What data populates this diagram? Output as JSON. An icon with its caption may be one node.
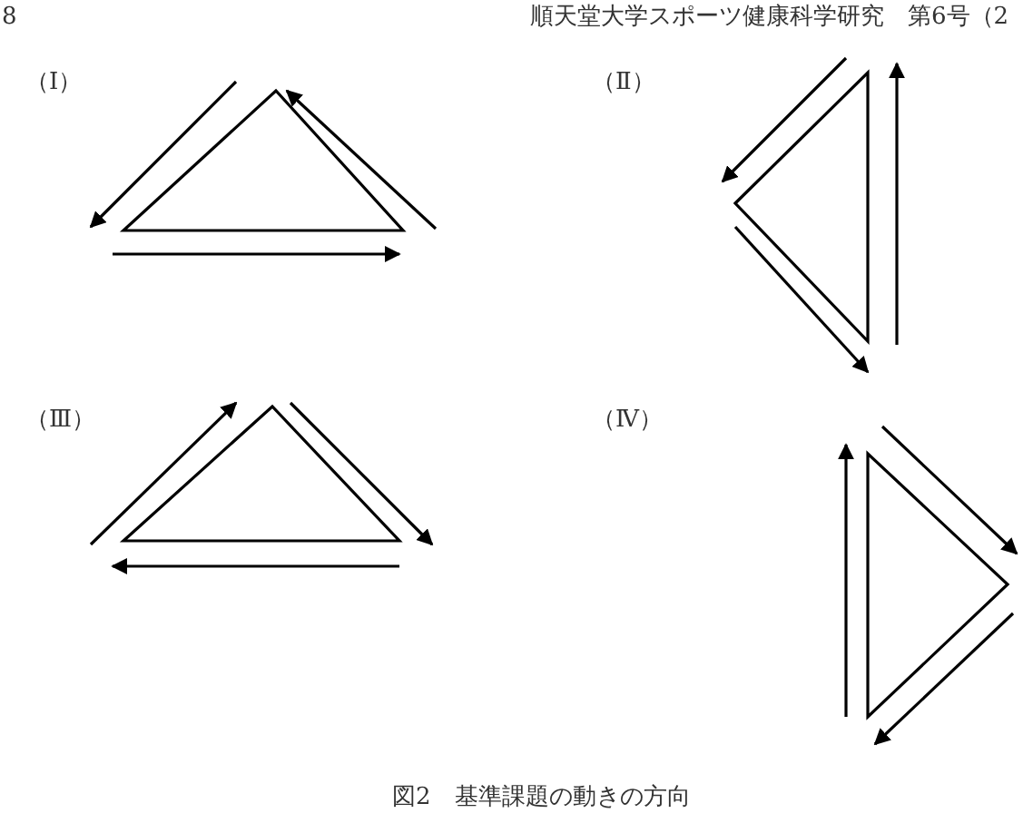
{
  "diagram": {
    "caption": "図2　基準課題の動きの方向",
    "labels": [
      "8",
      "順天堂大学スポーツ健康科学研究　第6号（2",
      "（Ⅰ）",
      "（Ⅱ）",
      "（Ⅲ）",
      "（Ⅳ）"
    ]
  }
}
